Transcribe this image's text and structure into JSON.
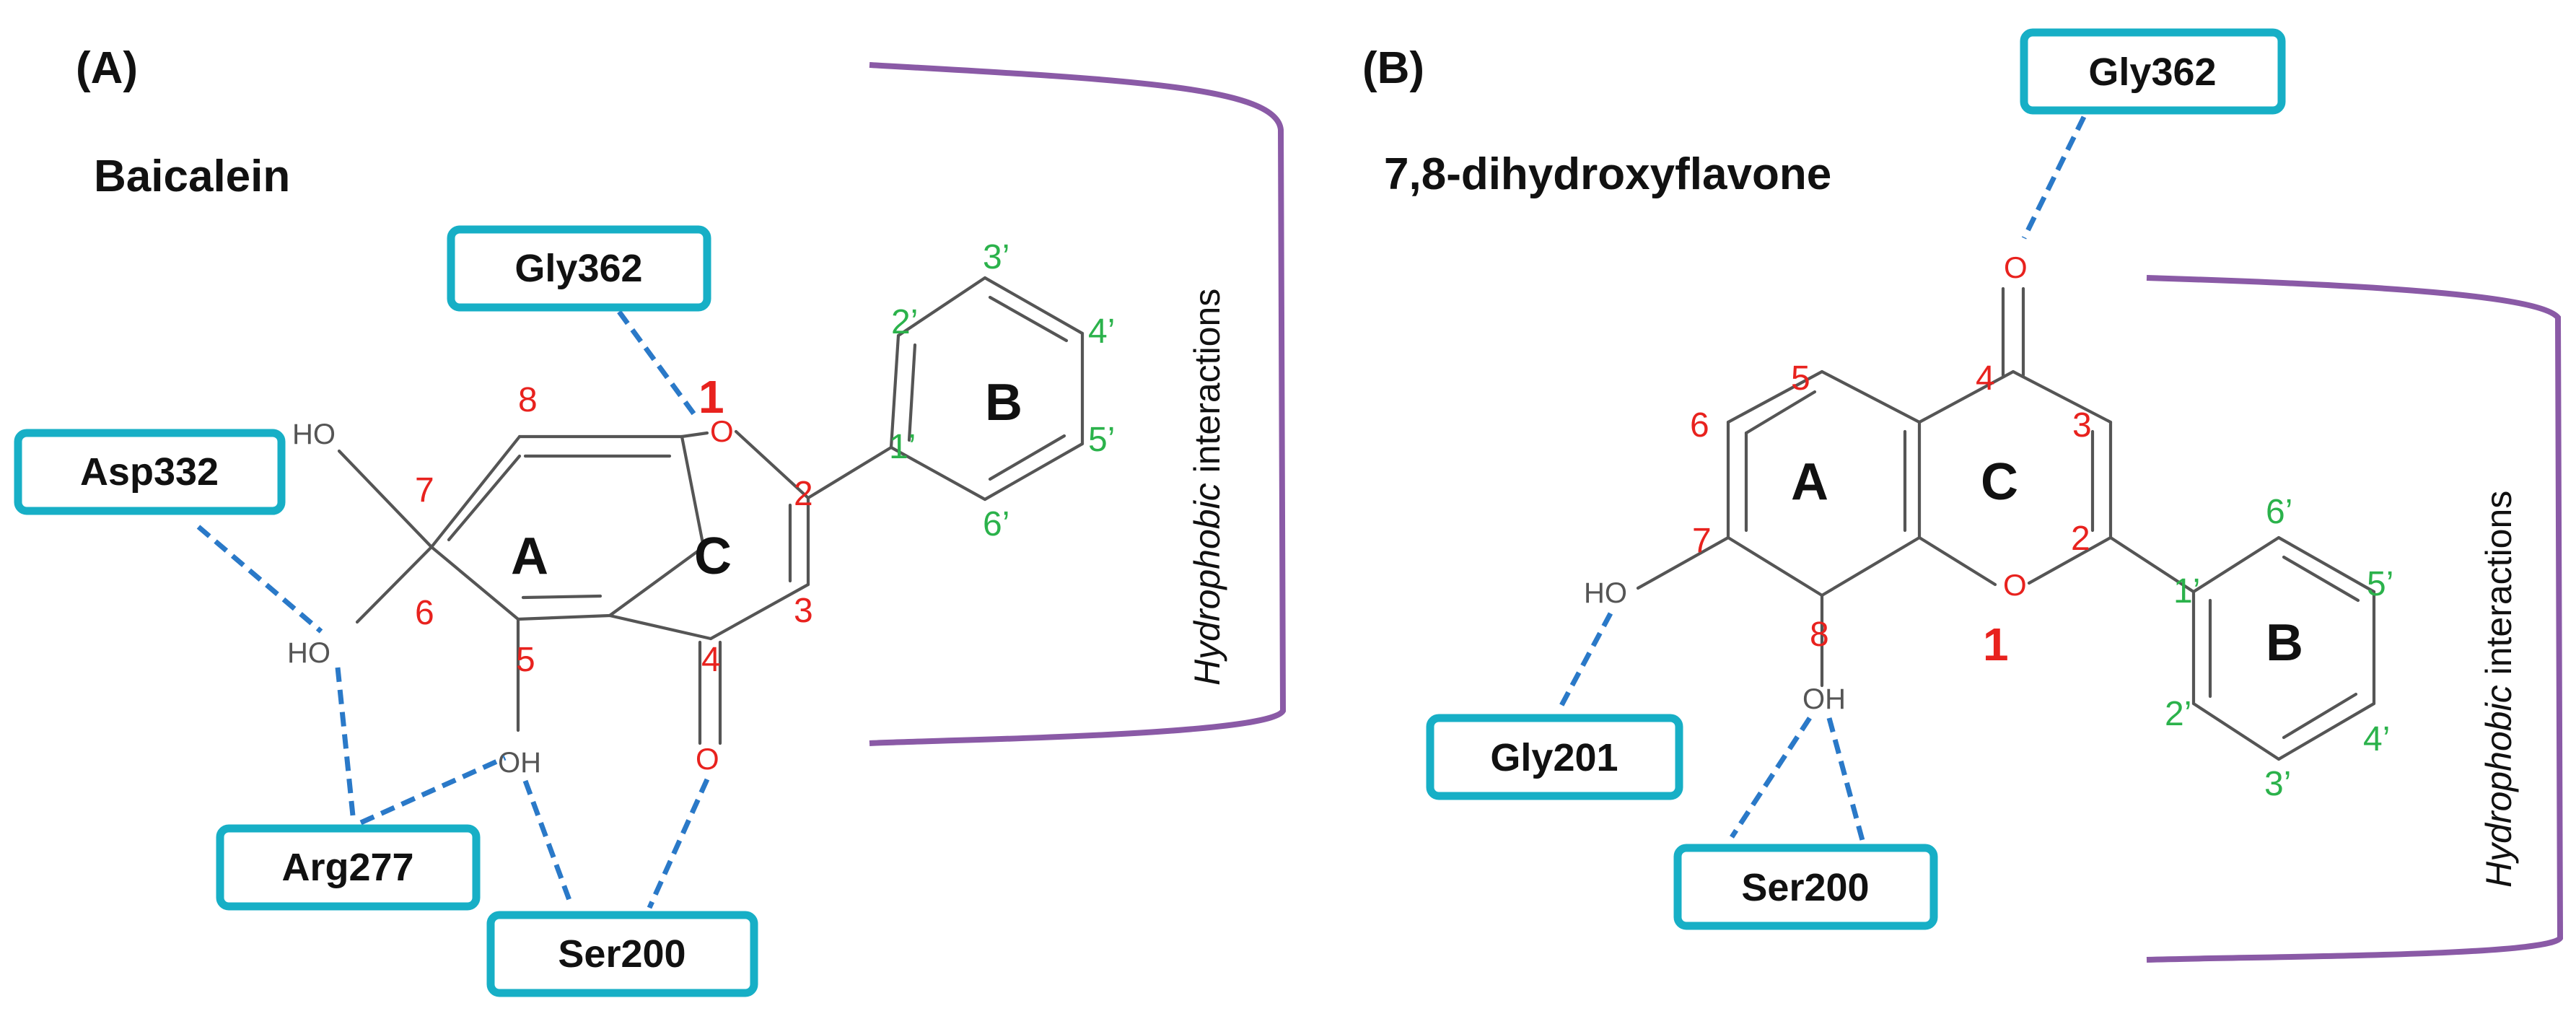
{
  "panels": {
    "a": {
      "label": "(A)",
      "compound": "Baicalein",
      "rings": {
        "a": "A",
        "b": "B",
        "c": "C"
      },
      "atoms": {
        "ring_o": "O",
        "carbonyl_o": "O",
        "oh_7": "HO",
        "oh_6": "HO",
        "oh_5": "OH"
      },
      "numbers": {
        "n1": "1",
        "n2": "2",
        "n3": "3",
        "n4": "4",
        "n5": "5",
        "n6": "6",
        "n7": "7",
        "n8": "8",
        "p1": "1’",
        "p2": "2’",
        "p3": "3’",
        "p4": "4’",
        "p5": "5’",
        "p6": "6’"
      },
      "hydrophobic": {
        "prefix": "Hydro",
        "mid": "phobic",
        "suffix": " interactions"
      },
      "residues": {
        "gly362": "Gly362",
        "asp332": "Asp332",
        "arg277": "Arg277",
        "ser200": "Ser200"
      }
    },
    "b": {
      "label": "(B)",
      "compound": "7,8-dihydroxyflavone",
      "rings": {
        "a": "A",
        "b": "B",
        "c": "C"
      },
      "atoms": {
        "ring_o": "O",
        "carbonyl_o": "O",
        "oh_7": "HO",
        "oh_8": "OH"
      },
      "numbers": {
        "n1": "1",
        "n2": "2",
        "n3": "3",
        "n4": "4",
        "n5": "5",
        "n6": "6",
        "n7": "7",
        "n8": "8",
        "p1": "1’",
        "p2": "2’",
        "p3": "3’",
        "p4": "4’",
        "p5": "5’",
        "p6": "6’"
      },
      "hydrophobic": {
        "prefix": "Hydro",
        "mid": "phobic",
        "suffix": " interactions"
      },
      "residues": {
        "gly362": "Gly362",
        "gly201": "Gly201",
        "ser200": "Ser200"
      }
    }
  }
}
